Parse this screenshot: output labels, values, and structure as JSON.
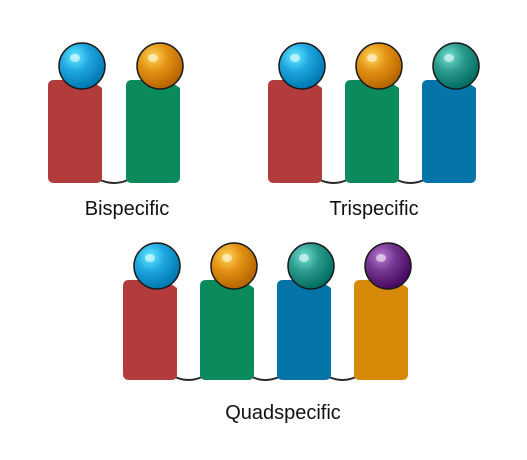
{
  "groups": [
    {
      "label": "Bispecific",
      "domains": [
        {
          "body_color": "#b23b3b",
          "ball_color": "#1fa6df"
        },
        {
          "body_color": "#0b8a5c",
          "ball_color": "#e39214"
        }
      ]
    },
    {
      "label": "Trispecific",
      "domains": [
        {
          "body_color": "#b23b3b",
          "ball_color": "#1fa6df"
        },
        {
          "body_color": "#0b8a5c",
          "ball_color": "#e39214"
        },
        {
          "body_color": "#0574a8",
          "ball_color": "#2d9b8e"
        }
      ]
    },
    {
      "label": "Quadspecific",
      "domains": [
        {
          "body_color": "#b23b3b",
          "ball_color": "#1fa6df"
        },
        {
          "body_color": "#0b8a5c",
          "ball_color": "#e39214"
        },
        {
          "body_color": "#0574a8",
          "ball_color": "#2d9b8e"
        },
        {
          "body_color": "#d68906",
          "ball_color": "#74368f"
        }
      ]
    }
  ],
  "colors": {
    "linker": "#2a2a2a",
    "ball_outline": "#1a1a1a",
    "text": "#111111",
    "background": "#ffffff"
  }
}
